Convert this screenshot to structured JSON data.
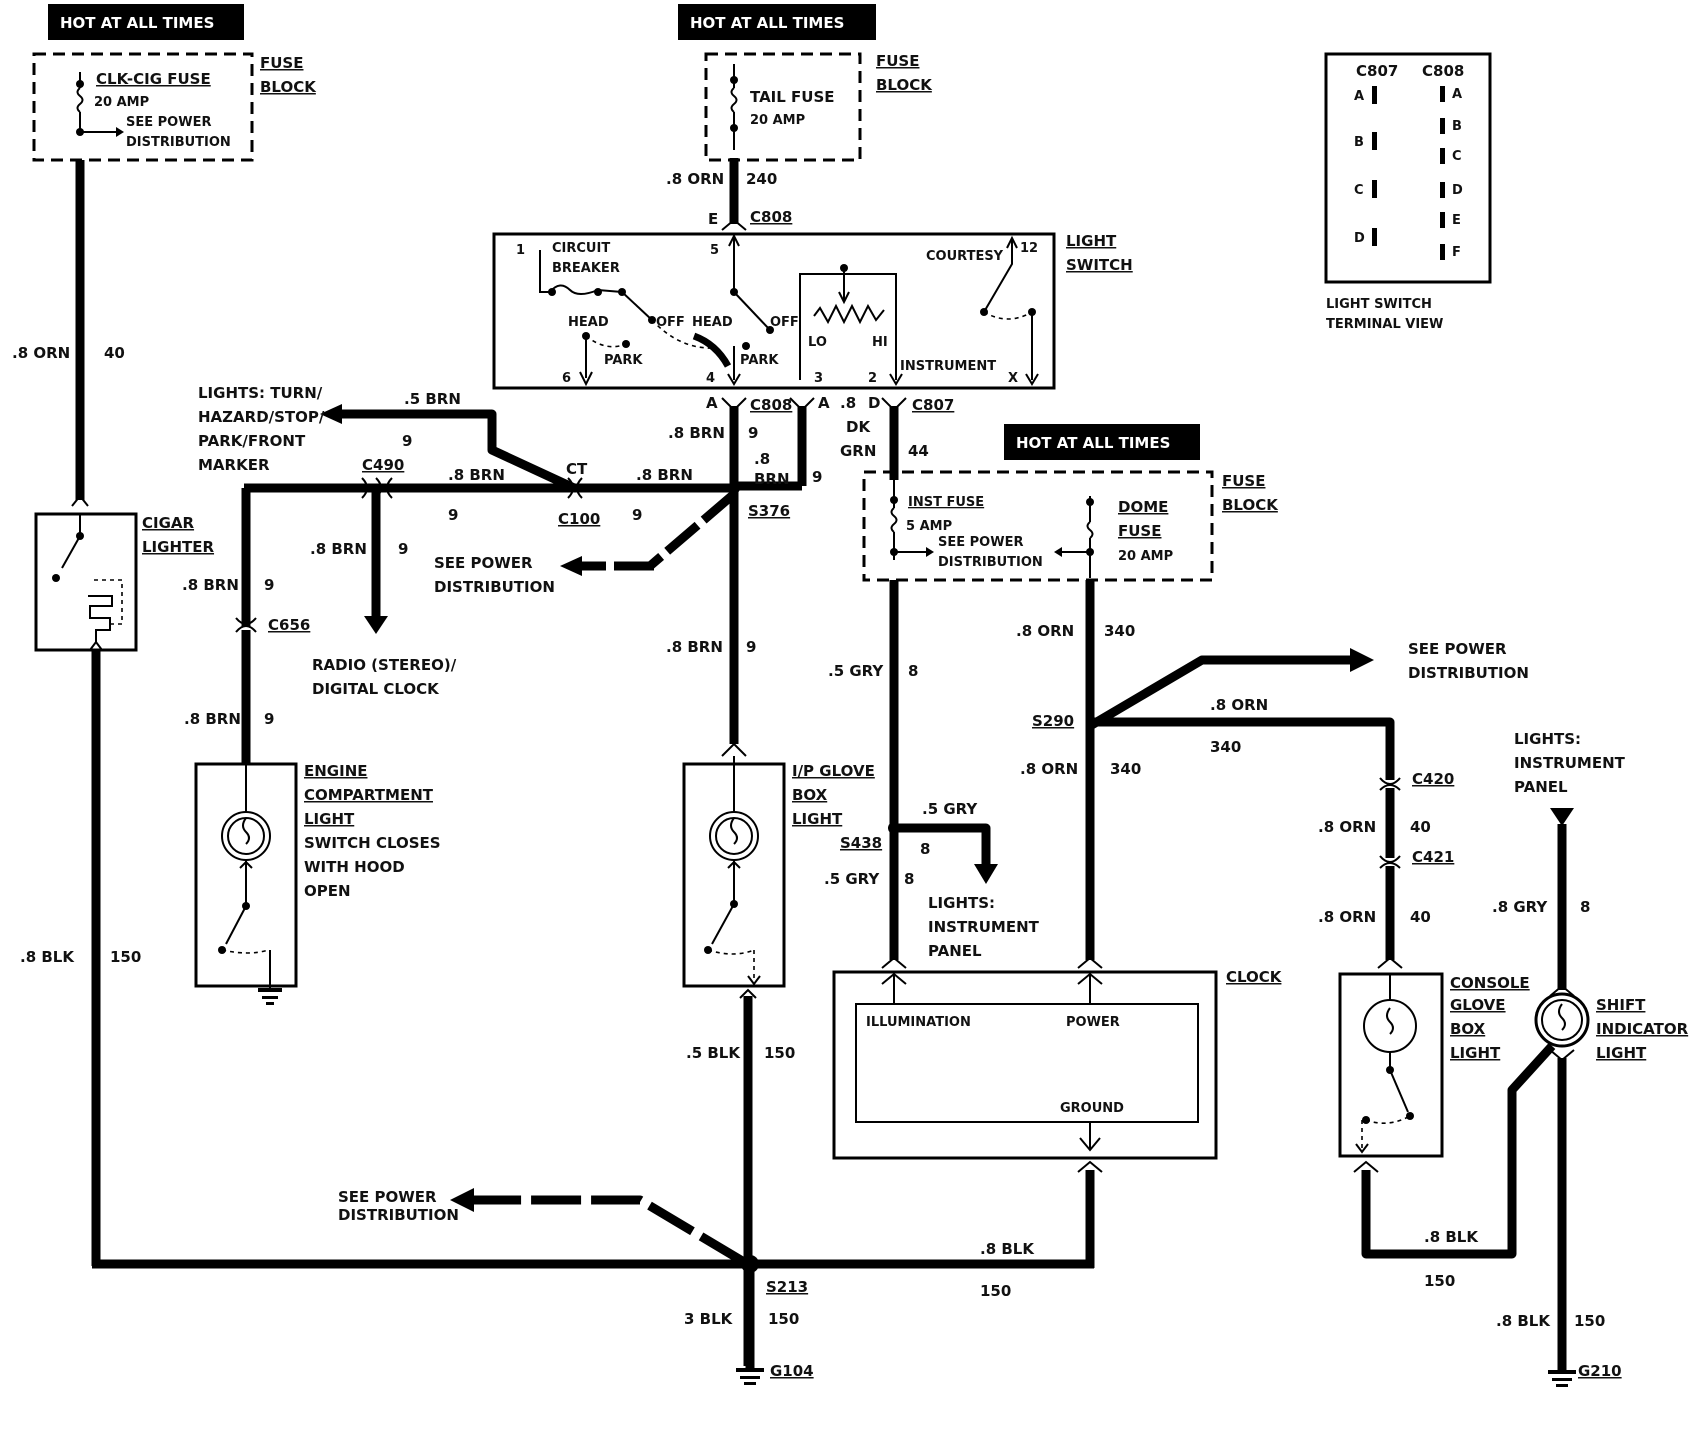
{
  "hot_labels": {
    "hot_left": "HOT AT ALL TIMES",
    "hot_center": "HOT AT ALL TIMES",
    "hot_dome": "HOT AT ALL TIMES"
  },
  "fuse_blocks": {
    "clkcig": {
      "name": "CLK-CIG FUSE",
      "amp": "20 AMP",
      "see1": "SEE POWER",
      "see2": "DISTRIBUTION",
      "title1": "FUSE",
      "title2": "BLOCK"
    },
    "tail": {
      "name": "TAIL FUSE",
      "amp": "20 AMP",
      "title1": "FUSE",
      "title2": "BLOCK"
    },
    "inst": {
      "name": "INST FUSE",
      "amp": "5 AMP",
      "see1": "SEE POWER",
      "see2": "DISTRIBUTION",
      "dome1": "DOME",
      "dome2": "FUSE",
      "dome_amp": "20 AMP",
      "title1": "FUSE",
      "title2": "BLOCK"
    }
  },
  "light_switch": {
    "title1": "LIGHT",
    "title2": "SWITCH",
    "circuit1": "CIRCUIT",
    "circuit2": "BREAKER",
    "courtesy": "COURTESY",
    "head1": "HEAD",
    "off1": "OFF",
    "park1": "PARK",
    "head2": "HEAD",
    "off2": "OFF",
    "park2": "PARK",
    "lo": "LO",
    "hi": "HI",
    "instrument": "INSTRUMENT",
    "pins": {
      "p1": "1",
      "p5": "5",
      "p12": "12",
      "p6": "6",
      "p4": "4",
      "p3": "3",
      "p2": "2",
      "px": "X"
    }
  },
  "terminal_view": {
    "c807": "C807",
    "c808": "C808",
    "left": [
      "A",
      "B",
      "C",
      "D"
    ],
    "right": [
      "A",
      "B",
      "C",
      "D",
      "E",
      "F"
    ],
    "cap1": "LIGHT SWITCH",
    "cap2": "TERMINAL VIEW"
  },
  "wires": {
    "orn40a": ".8 ORN",
    "n40a": "40",
    "orn240": ".8 ORN",
    "n240": "240",
    "brn5": ".5 BRN",
    "n9a": "9",
    "brn8a": ".8 BRN",
    "n9b": "9",
    "brn8b": ".8",
    "brn8b2": "BRN",
    "n9c": "9",
    "brn8c": ".8 BRN",
    "brn8d": ".8 BRN",
    "n9d": "9",
    "n9e": "9",
    "brn8e": ".8 BRN",
    "n9f": "9",
    "brn8f": ".8 BRN",
    "n9g": "9",
    "brn8g": ".8 BRN",
    "n9h": "9",
    "brn8h": ".8 BRN",
    "n9i": "9",
    "dkgrn1": ".8",
    "dkgrn2": "DK",
    "dkgrn3": "GRN",
    "n44": "44",
    "gry5a": ".5 GRY",
    "n8a": "8",
    "gry5b": ".5 GRY",
    "n8b": "8",
    "gry5c": ".5 GRY",
    "n8c": "8",
    "orn340a": ".8 ORN",
    "n340a": "340",
    "orn340b": ".8 ORN",
    "n340b": "340",
    "orn340c": ".8 ORN",
    "n340c": "340",
    "orn40b": ".8 ORN",
    "n40b": "40",
    "orn40c": ".8 ORN",
    "n40c": "40",
    "gry8": ".8 GRY",
    "n8d": "8",
    "blk8a": ".8 BLK",
    "n150a": "150",
    "blk5": ".5 BLK",
    "n150b": "150",
    "blk8b": ".8 BLK",
    "n150c": "150",
    "blk3": "3 BLK",
    "n150d": "150",
    "blk8c": ".8 BLK",
    "n150e": "150",
    "blk8d": ".8 BLK",
    "n150f": "150"
  },
  "connectors": {
    "c808a": "C808",
    "e": "E",
    "c808b": "C808",
    "a1": "A",
    "a2": "A",
    "d": "D",
    "c807": "C807",
    "c490": "C490",
    "ct": "CT",
    "c100": "C100",
    "s376": "S376",
    "c656": "C656",
    "s438": "S438",
    "s290": "S290",
    "c420": "C420",
    "c421": "C421",
    "s213": "S213",
    "g104": "G104",
    "g210": "G210"
  },
  "destinations": {
    "turn1": "LIGHTS: TURN/",
    "turn2": "HAZARD/STOP/",
    "turn3": "PARK/FRONT",
    "turn4": "MARKER",
    "radio1": "RADIO (STEREO)/",
    "radio2": "DIGITAL CLOCK",
    "spd1a": "SEE POWER",
    "spd1b": "DISTRIBUTION",
    "spd2a": "SEE POWER",
    "spd2b": "DISTRIBUTION",
    "spd3a": "SEE POWER",
    "spd3b": "DISTRIBUTION",
    "ip1": "LIGHTS:",
    "ip2": "INSTRUMENT",
    "ip3": "PANEL",
    "ipr1": "LIGHTS:",
    "ipr2": "INSTRUMENT",
    "ipr3": "PANEL"
  },
  "components": {
    "cigar1": "CIGAR",
    "cigar2": "LIGHTER",
    "eng1": "ENGINE",
    "eng2": "COMPARTMENT",
    "eng3": "LIGHT",
    "eng4": "SWITCH CLOSES",
    "eng5": "WITH HOOD",
    "eng6": "OPEN",
    "ipg1": "I/P GLOVE",
    "ipg2": "BOX",
    "ipg3": "LIGHT",
    "clock": "CLOCK",
    "illum": "ILLUMINATION",
    "power": "POWER",
    "ground": "GROUND",
    "con1": "CONSOLE",
    "con2": "GLOVE",
    "con3": "BOX",
    "con4": "LIGHT",
    "shift1": "SHIFT",
    "shift2": "INDICATOR",
    "shift3": "LIGHT"
  }
}
